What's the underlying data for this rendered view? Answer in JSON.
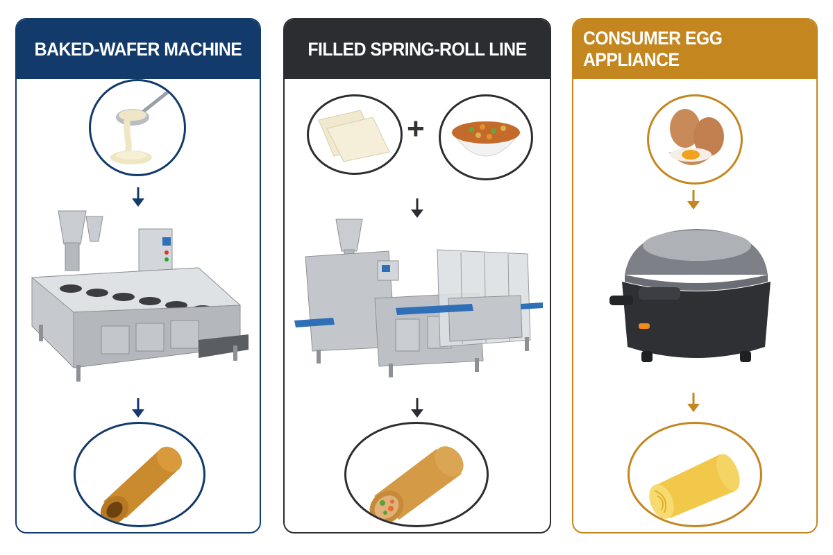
{
  "colors": {
    "panel1": "#123a6b",
    "panel2": "#2b2d31",
    "panel3": "#c4861e",
    "wafer": "#c98b2e",
    "egg": "#f2c84b"
  },
  "panels": [
    {
      "title": "BAKED-WAFER MACHINE",
      "input_icon": "batter-ladle-icon",
      "machine_icon": "wafer-baking-machine-icon",
      "output_icon": "hollow-wafer-roll-icon"
    },
    {
      "title": "FILLED SPRING-ROLL LINE",
      "input_icons": [
        "wrapper-sheets-icon",
        "filling-bowl-icon"
      ],
      "plus": "+",
      "machine_icon": "spring-roll-production-line-icon",
      "output_icon": "filled-spring-roll-icon"
    },
    {
      "title": "CONSUMER EGG APPLIANCE",
      "input_icon": "eggs-icon",
      "machine_icon": "egg-roll-appliance-icon",
      "output_icon": "egg-roll-icon"
    }
  ]
}
